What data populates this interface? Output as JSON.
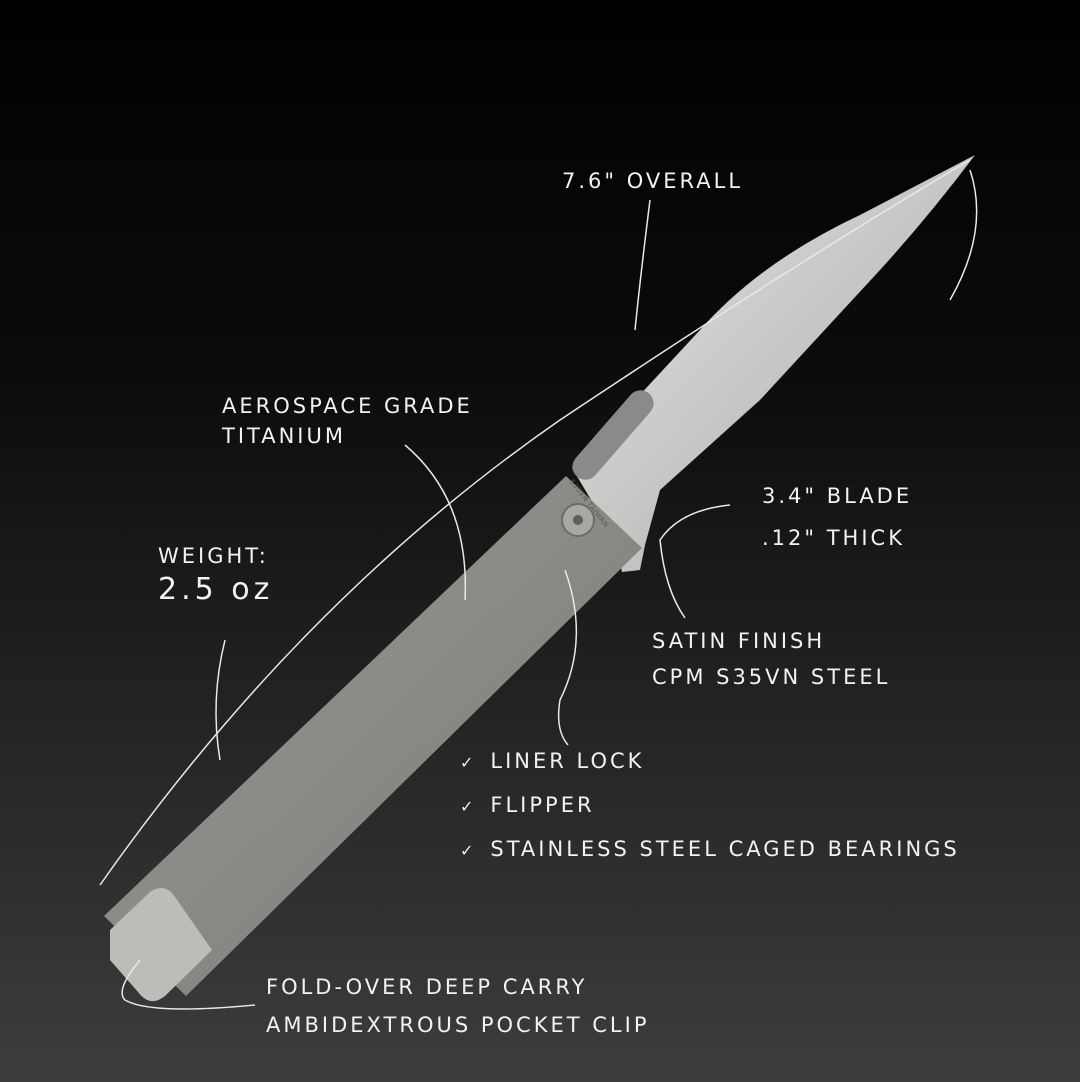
{
  "labels": {
    "overall": "7.6\" overall",
    "material_line1": "Aerospace grade",
    "material_line2": "titanium",
    "weight_line1": "Weight:",
    "weight_line2": "2.5 oz",
    "blade_line1": "3.4\" blade",
    "blade_line2": ".12\" thick",
    "steel_line1": "Satin finish",
    "steel_line2": "CPM S35VN steel",
    "features": [
      "Liner lock",
      "Flipper",
      "Stainless steel caged bearings"
    ],
    "clip_line1": "Fold-over deep carry",
    "clip_line2": "Ambidextrous pocket clip"
  },
  "check_icon": "✓",
  "blade_engraving": "S35VN TAIWAN",
  "colors": {
    "handle": "#8f8d89",
    "blade": "#c9c9c7",
    "text": "#f2f2f2"
  }
}
